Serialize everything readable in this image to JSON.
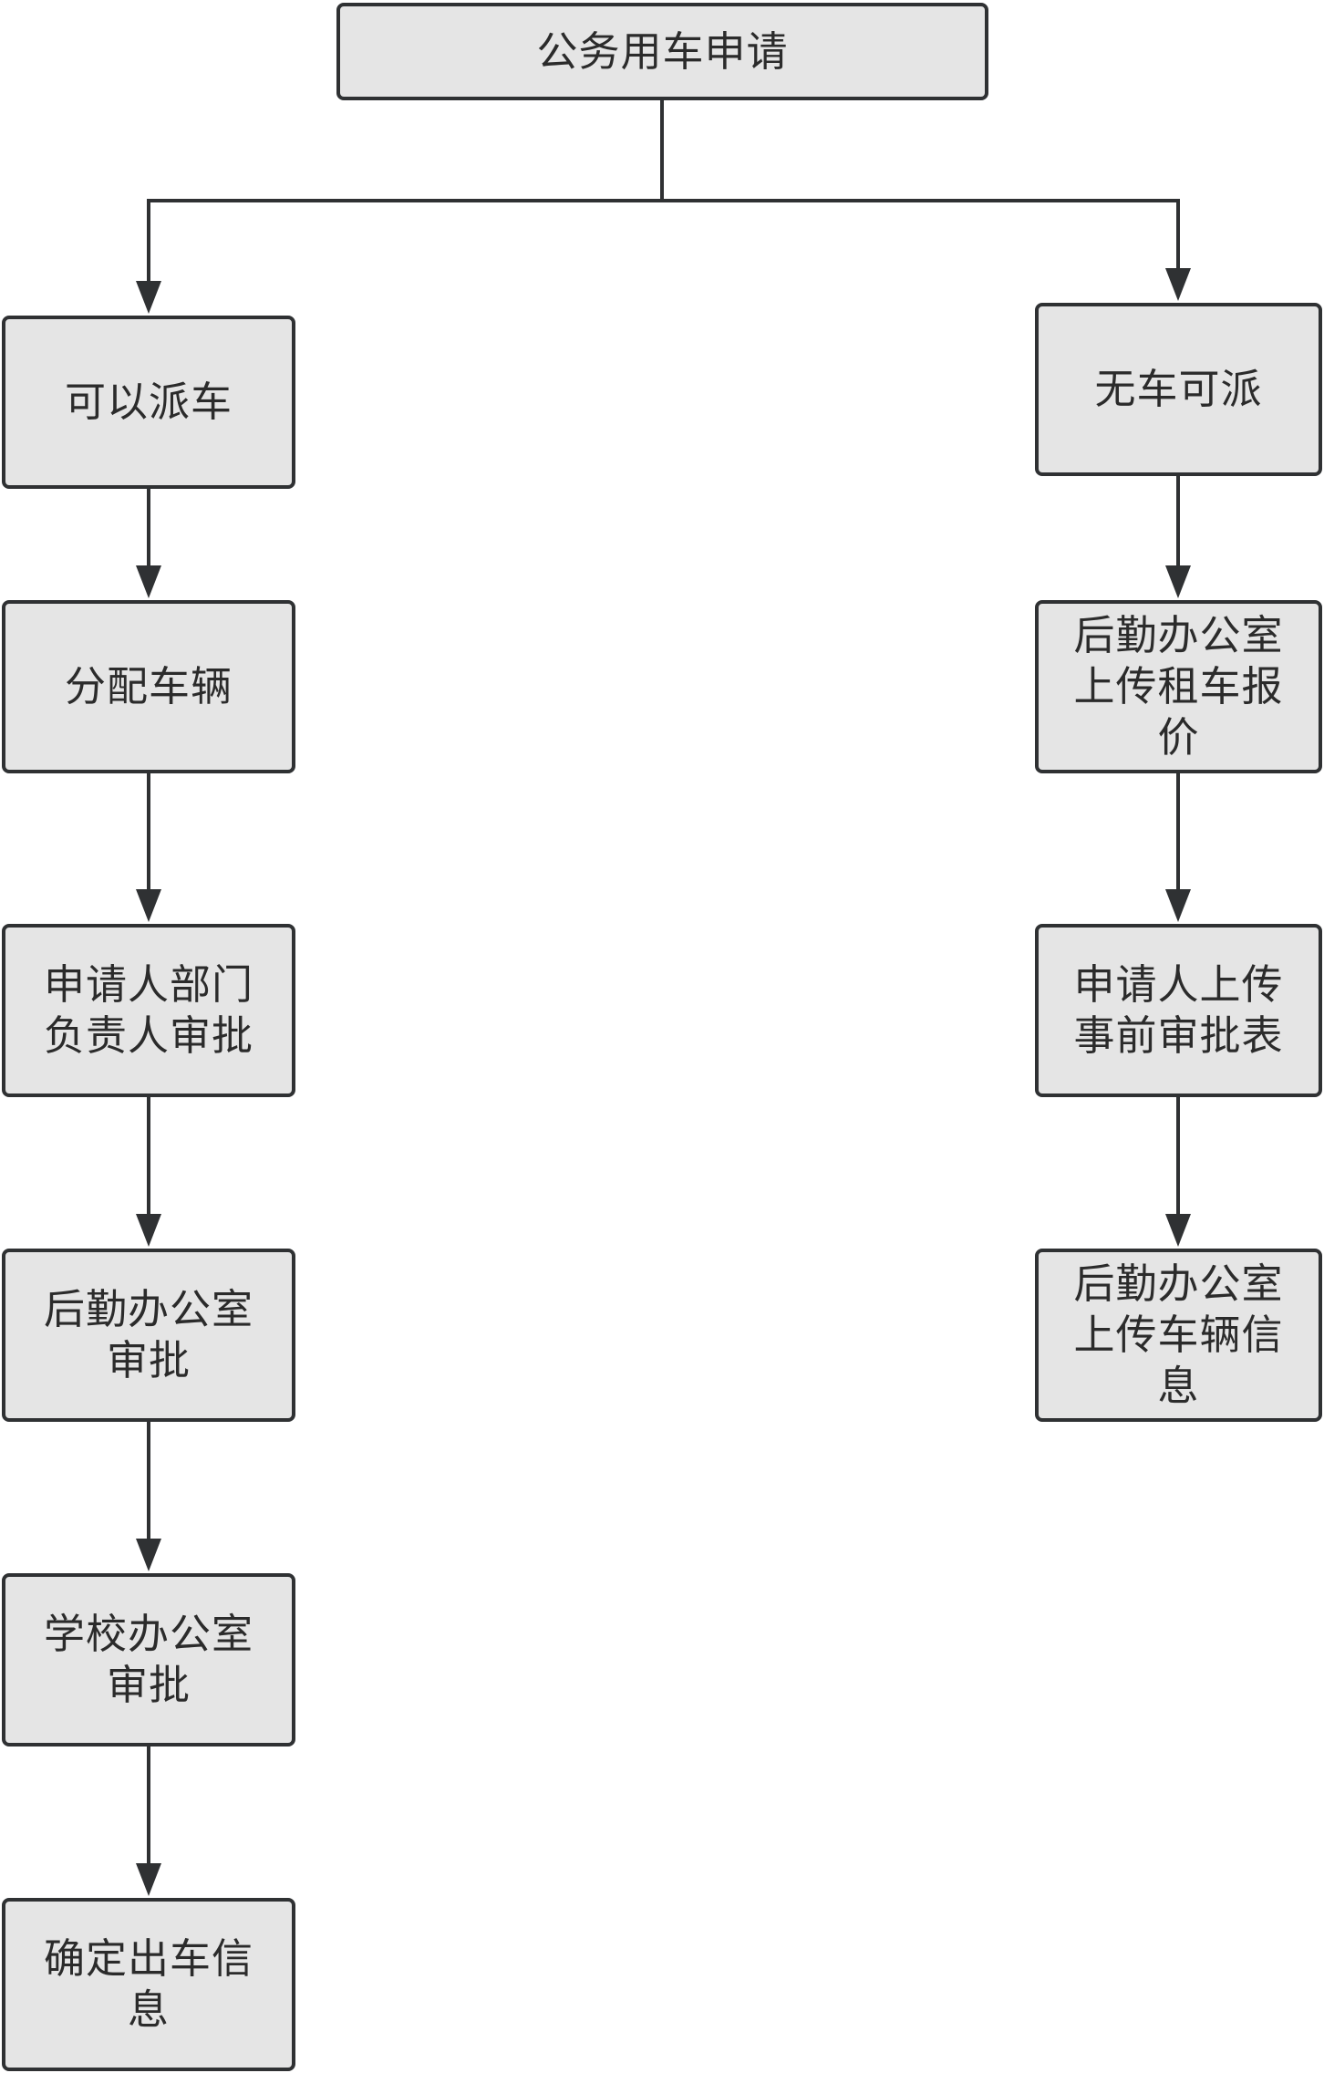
{
  "diagram": {
    "colors": {
      "node_fill": "#e5e5e5",
      "node_border": "#2f3133",
      "connector": "#2f3133",
      "text": "#2b2b2b"
    },
    "root": {
      "label": "公务用车申请"
    },
    "left_branch": [
      {
        "label": "可以派车"
      },
      {
        "label": "分配车辆"
      },
      {
        "label": "申请人部门\n负责人审批"
      },
      {
        "label": "后勤办公室\n审批"
      },
      {
        "label": "学校办公室\n审批"
      },
      {
        "label": "确定出车信\n息"
      }
    ],
    "right_branch": [
      {
        "label": "无车可派"
      },
      {
        "label": "后勤办公室\n上传租车报\n价"
      },
      {
        "label": "申请人上传\n事前审批表"
      },
      {
        "label": "后勤办公室\n上传车辆信\n息"
      }
    ]
  }
}
